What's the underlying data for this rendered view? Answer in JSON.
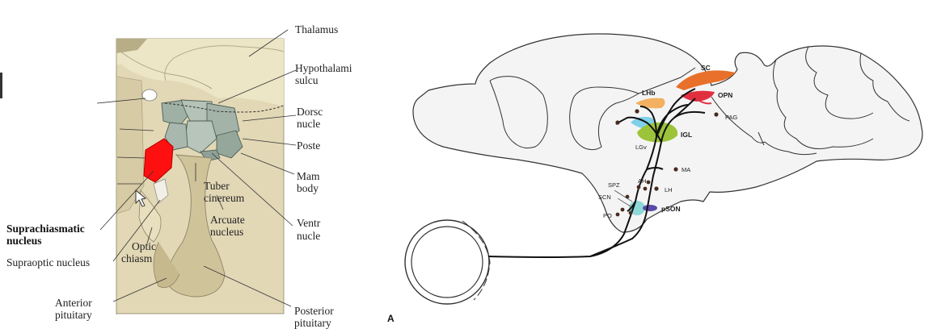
{
  "left_panel": {
    "labels": {
      "thalamus": "Thalamus",
      "hypothalamic_line1": "Hypothalami",
      "hypothalamic_line2": "sulcu",
      "dorsal_line1": "Dorsc",
      "dorsal_line2": "nucle",
      "posterior_nucleus": "Poste",
      "mammillary_line1": "Mam",
      "mammillary_line2": "body",
      "tuber_line1": "Tuber",
      "tuber_line2": "cinereum",
      "arcuate_line1": "Arcuate",
      "arcuate_line2": "nucleus",
      "ventral_line1": "Ventr",
      "ventral_line2": "nucle",
      "scn_line1": "Suprachiasmatic",
      "scn_line2": "nucleus",
      "optic_line1": "Optic",
      "optic_line2": "chiasm",
      "supraoptic": "Supraoptic nucleus",
      "anterior_line1": "Anterior",
      "anterior_line2": "pituitary",
      "posterior_pit_line1": "Posterior",
      "posterior_pit_line2": "pituitary"
    },
    "colors": {
      "scn": "#ff1010",
      "nuclei": "#a9b8ae",
      "tissue": "#ddd3b0"
    }
  },
  "right_panel": {
    "panel_letter": "A",
    "labels": {
      "sc": "SC",
      "lhb": "LHb",
      "opn": "OPN",
      "pag": "PAG",
      "igl": "IGL",
      "lgv": "LGv",
      "ma": "MA",
      "spz": "SPZ",
      "ah": "AH",
      "lh": "LH",
      "scn": "SCN",
      "pson": "pSON",
      "po": "PO"
    },
    "colors": {
      "sc": "#e8702a",
      "opn": "#e03040",
      "lhb": "#f2b060",
      "igl": "#9cc43a",
      "lgv": "#80d0e8",
      "scn": "#8fd8d8",
      "pson": "#5a4aa8"
    }
  }
}
